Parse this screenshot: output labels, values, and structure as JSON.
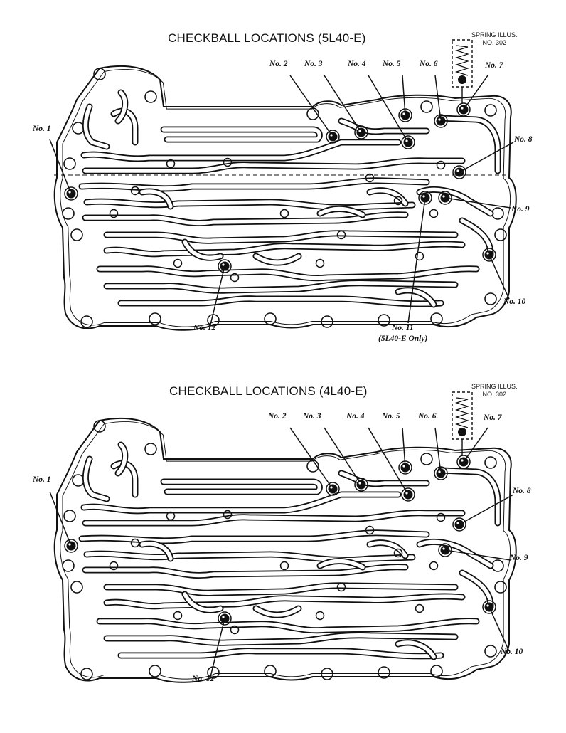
{
  "diagrams": [
    {
      "title": "CHECKBALL LOCATIONS (5L40-E)",
      "spring": [
        "SPRING ILLUS.",
        "NO. 302"
      ],
      "labels": [
        "No. 1",
        "No. 2",
        "No. 3",
        "No. 4",
        "No. 5",
        "No. 6",
        "No. 7",
        "No. 8",
        "No. 9",
        "No. 10",
        "No. 11",
        "(5L40-E Only)",
        "No. 12"
      ]
    },
    {
      "title": "CHECKBALL LOCATIONS (4L40-E)",
      "spring": [
        "SPRING ILLUS.",
        "NO. 302"
      ],
      "labels": [
        "No. 1",
        "No. 2",
        "No. 3",
        "No. 4",
        "No. 5",
        "No. 6",
        "No. 7",
        "No. 8",
        "No. 9",
        "No. 10",
        "No. 12"
      ]
    }
  ],
  "colors": {
    "ink": "#111111",
    "paper": "#ffffff"
  }
}
